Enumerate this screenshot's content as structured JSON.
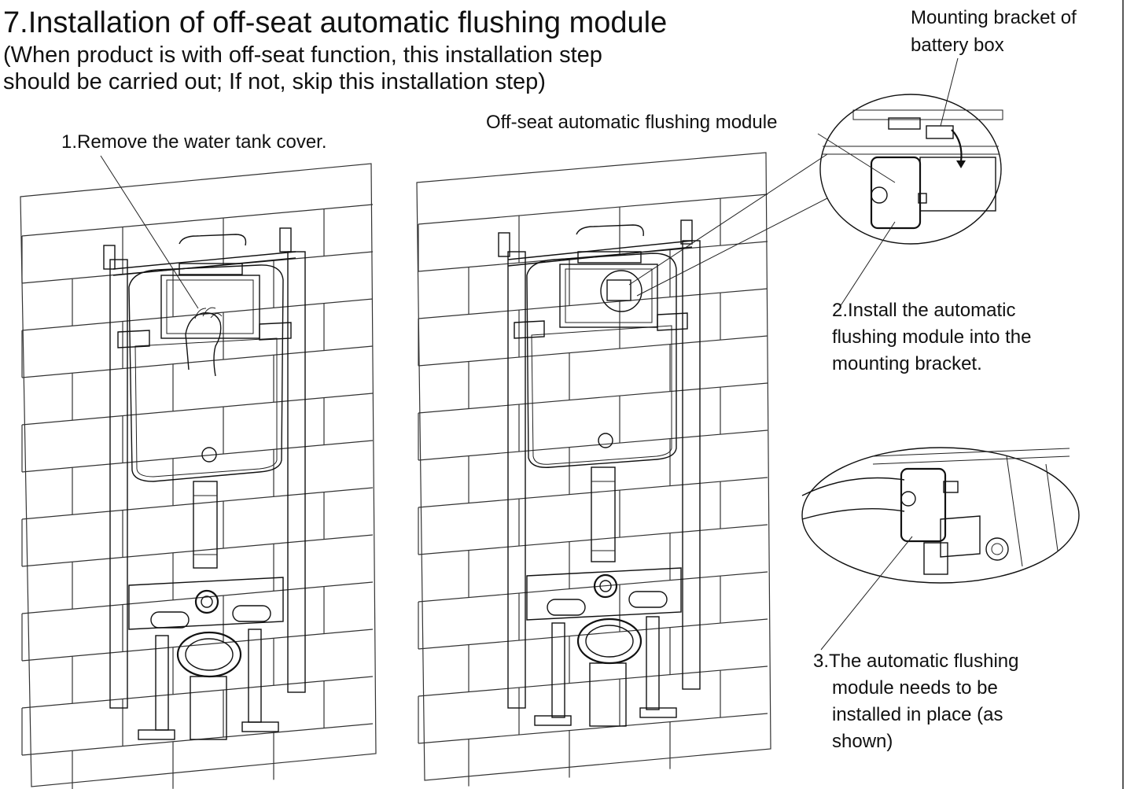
{
  "heading": {
    "title": "7.Installation of off-seat automatic flushing module",
    "subtitle_line1": "(When product is with off-seat function, this installation step",
    "subtitle_line2": "should be carried out; If not, skip this installation step)"
  },
  "labels": {
    "step1": "1.Remove the water tank cover.",
    "module": "Off-seat automatic flushing module",
    "bracket_line1": "Mounting bracket of",
    "bracket_line2": "battery box",
    "step2_line1": "2.Install the automatic",
    "step2_line2": "flushing module into the",
    "step2_line3": "mounting bracket.",
    "step3_line1": "3.The automatic flushing",
    "step3_line2": "module needs to be",
    "step3_line3": "installed in place (as",
    "step3_line4": "shown)"
  }
}
